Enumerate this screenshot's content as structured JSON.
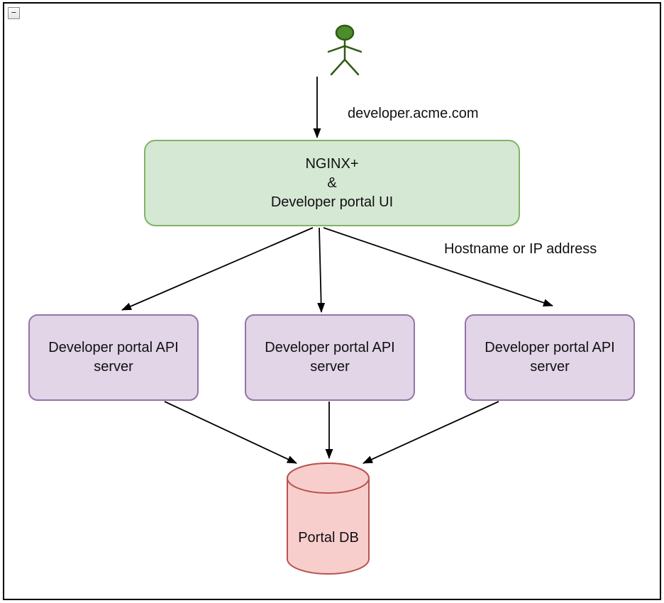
{
  "window": {
    "collapse_button_label": "−"
  },
  "diagram": {
    "type": "architecture-flow",
    "labels": {
      "request_host": "developer.acme.com",
      "backend_note": "Hostname or IP address"
    },
    "nodes": {
      "actor": {
        "name": "user",
        "fill": "#4C8C2B",
        "stroke": "#2E5A14"
      },
      "gateway": {
        "lines": [
          "NGINX+",
          "&",
          "Developer portal UI"
        ],
        "fill": "#d5e8d4",
        "stroke": "#82b366"
      },
      "api_servers": [
        {
          "label": "Developer portal API server"
        },
        {
          "label": "Developer portal API server"
        },
        {
          "label": "Developer portal API server"
        }
      ],
      "api_server_style": {
        "fill": "#e1d5e7",
        "stroke": "#9673a6"
      },
      "db": {
        "label": "Portal DB",
        "fill": "#f8cecc",
        "stroke": "#b85450"
      }
    },
    "edges": [
      {
        "from": "user",
        "to": "gateway",
        "label": "developer.acme.com"
      },
      {
        "from": "gateway",
        "to": "api-server-1"
      },
      {
        "from": "gateway",
        "to": "api-server-2"
      },
      {
        "from": "gateway",
        "to": "api-server-3",
        "label": "Hostname or IP address"
      },
      {
        "from": "api-server-1",
        "to": "portal-db"
      },
      {
        "from": "api-server-2",
        "to": "portal-db"
      },
      {
        "from": "api-server-3",
        "to": "portal-db"
      }
    ],
    "edge_color": "#000000",
    "frame_color": "#000000"
  }
}
